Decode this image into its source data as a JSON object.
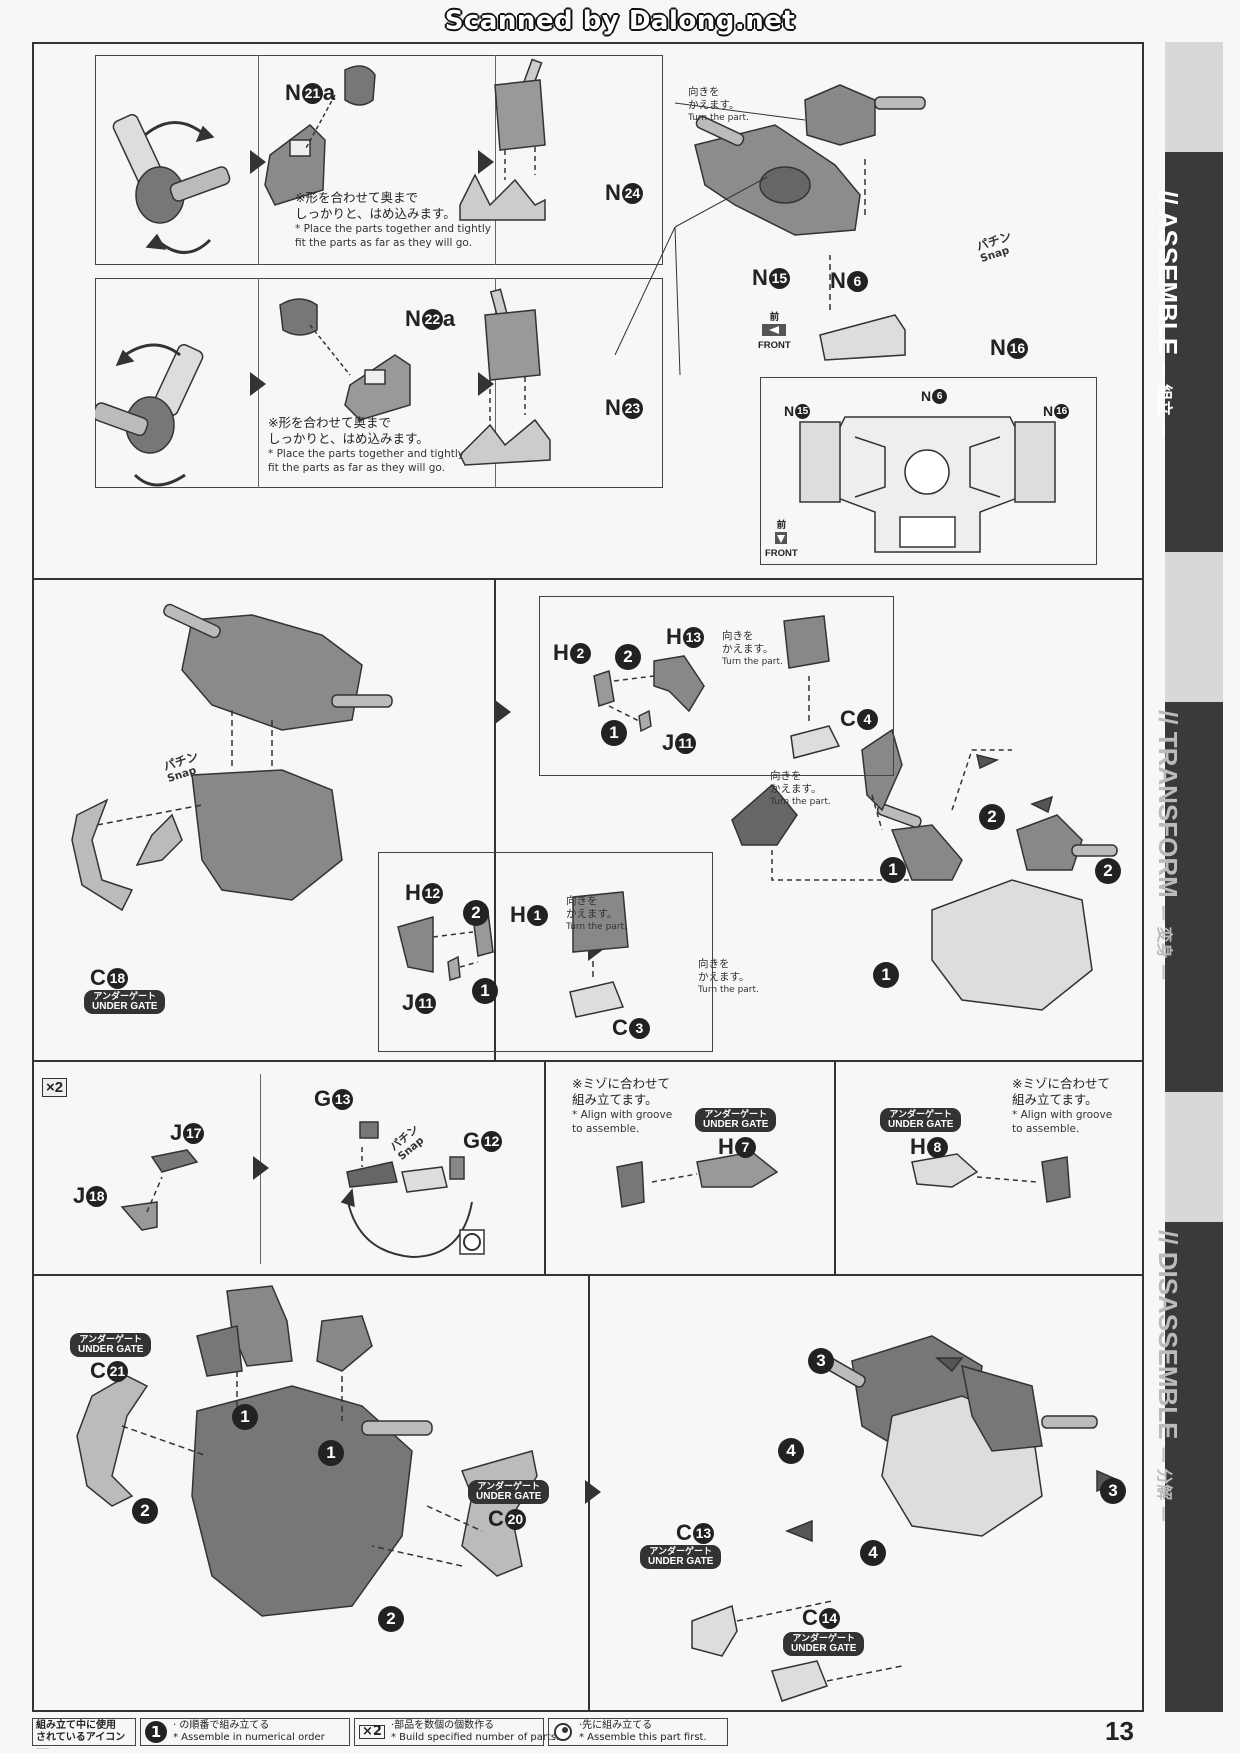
{
  "header": {
    "scan_credit": "Scanned by Dalong.net"
  },
  "sidebar": {
    "sections": [
      {
        "en": "ASSEMBLE",
        "jp": "— 組立 —"
      },
      {
        "en": "TRANSFORM",
        "jp": "— 変身 —"
      },
      {
        "en": "DISASSEMBLE",
        "jp": "— 分解 —"
      }
    ],
    "mark": "//"
  },
  "notes": {
    "turn_jp1": "向きを",
    "turn_jp2": "かえます。",
    "turn_en": "Turn the part.",
    "press_jp1": "※形を合わせて奥まで",
    "press_jp2": "しっかりと、はめ込みます。",
    "press_en1": "* Place the parts together and tightly",
    "press_en2": "fit the parts as far as they will go.",
    "groove_jp1": "※ミゾに合わせて",
    "groove_jp2": "組み立てます。",
    "groove_en1": "* Align with groove",
    "groove_en2": "to assemble.",
    "snap_jp": "パチン",
    "snap_en": "Snap",
    "front_jp": "前",
    "front_en": "FRONT",
    "undergate_jp": "アンダーゲート",
    "undergate_en": "UNDER GATE",
    "x2": "×2"
  },
  "parts": {
    "n21a": {
      "pre": "N",
      "num": "21",
      "post": "a"
    },
    "n22a": {
      "pre": "N",
      "num": "22",
      "post": "a"
    },
    "n24": {
      "pre": "N",
      "num": "24"
    },
    "n23": {
      "pre": "N",
      "num": "23"
    },
    "n15": {
      "pre": "N",
      "num": "15"
    },
    "n6": {
      "pre": "N",
      "num": "6"
    },
    "n16": {
      "pre": "N",
      "num": "16"
    },
    "h2": {
      "pre": "H",
      "num": "2"
    },
    "h13": {
      "pre": "H",
      "num": "13"
    },
    "j11": {
      "pre": "J",
      "num": "11"
    },
    "c4": {
      "pre": "C",
      "num": "4"
    },
    "h12": {
      "pre": "H",
      "num": "12"
    },
    "h1": {
      "pre": "H",
      "num": "1"
    },
    "c3": {
      "pre": "C",
      "num": "3"
    },
    "c18": {
      "pre": "C",
      "num": "18"
    },
    "j17": {
      "pre": "J",
      "num": "17"
    },
    "j18": {
      "pre": "J",
      "num": "18"
    },
    "g13": {
      "pre": "G",
      "num": "13"
    },
    "g12": {
      "pre": "G",
      "num": "12"
    },
    "h7": {
      "pre": "H",
      "num": "7"
    },
    "h8": {
      "pre": "H",
      "num": "8"
    },
    "c21": {
      "pre": "C",
      "num": "21"
    },
    "c20": {
      "pre": "C",
      "num": "20"
    },
    "c13": {
      "pre": "C",
      "num": "13"
    },
    "c14": {
      "pre": "C",
      "num": "14"
    }
  },
  "steps": {
    "s1": "1",
    "s2": "2",
    "s3": "3",
    "s4": "4"
  },
  "legend": {
    "title_jp1": "組み立て中に使用",
    "title_jp2": "されているアイコン",
    "title_en": "Symbols used in instructions",
    "order_jp": "·  の順番で組み立てる",
    "order_en": "* Assemble in numerical order",
    "number_jp": "·部品を数個の個数作る",
    "number_en": "* Build specified number of parts.",
    "first_jp": "·先に組み立てる",
    "first_en": "* Assemble this part first."
  },
  "page_number": "13"
}
